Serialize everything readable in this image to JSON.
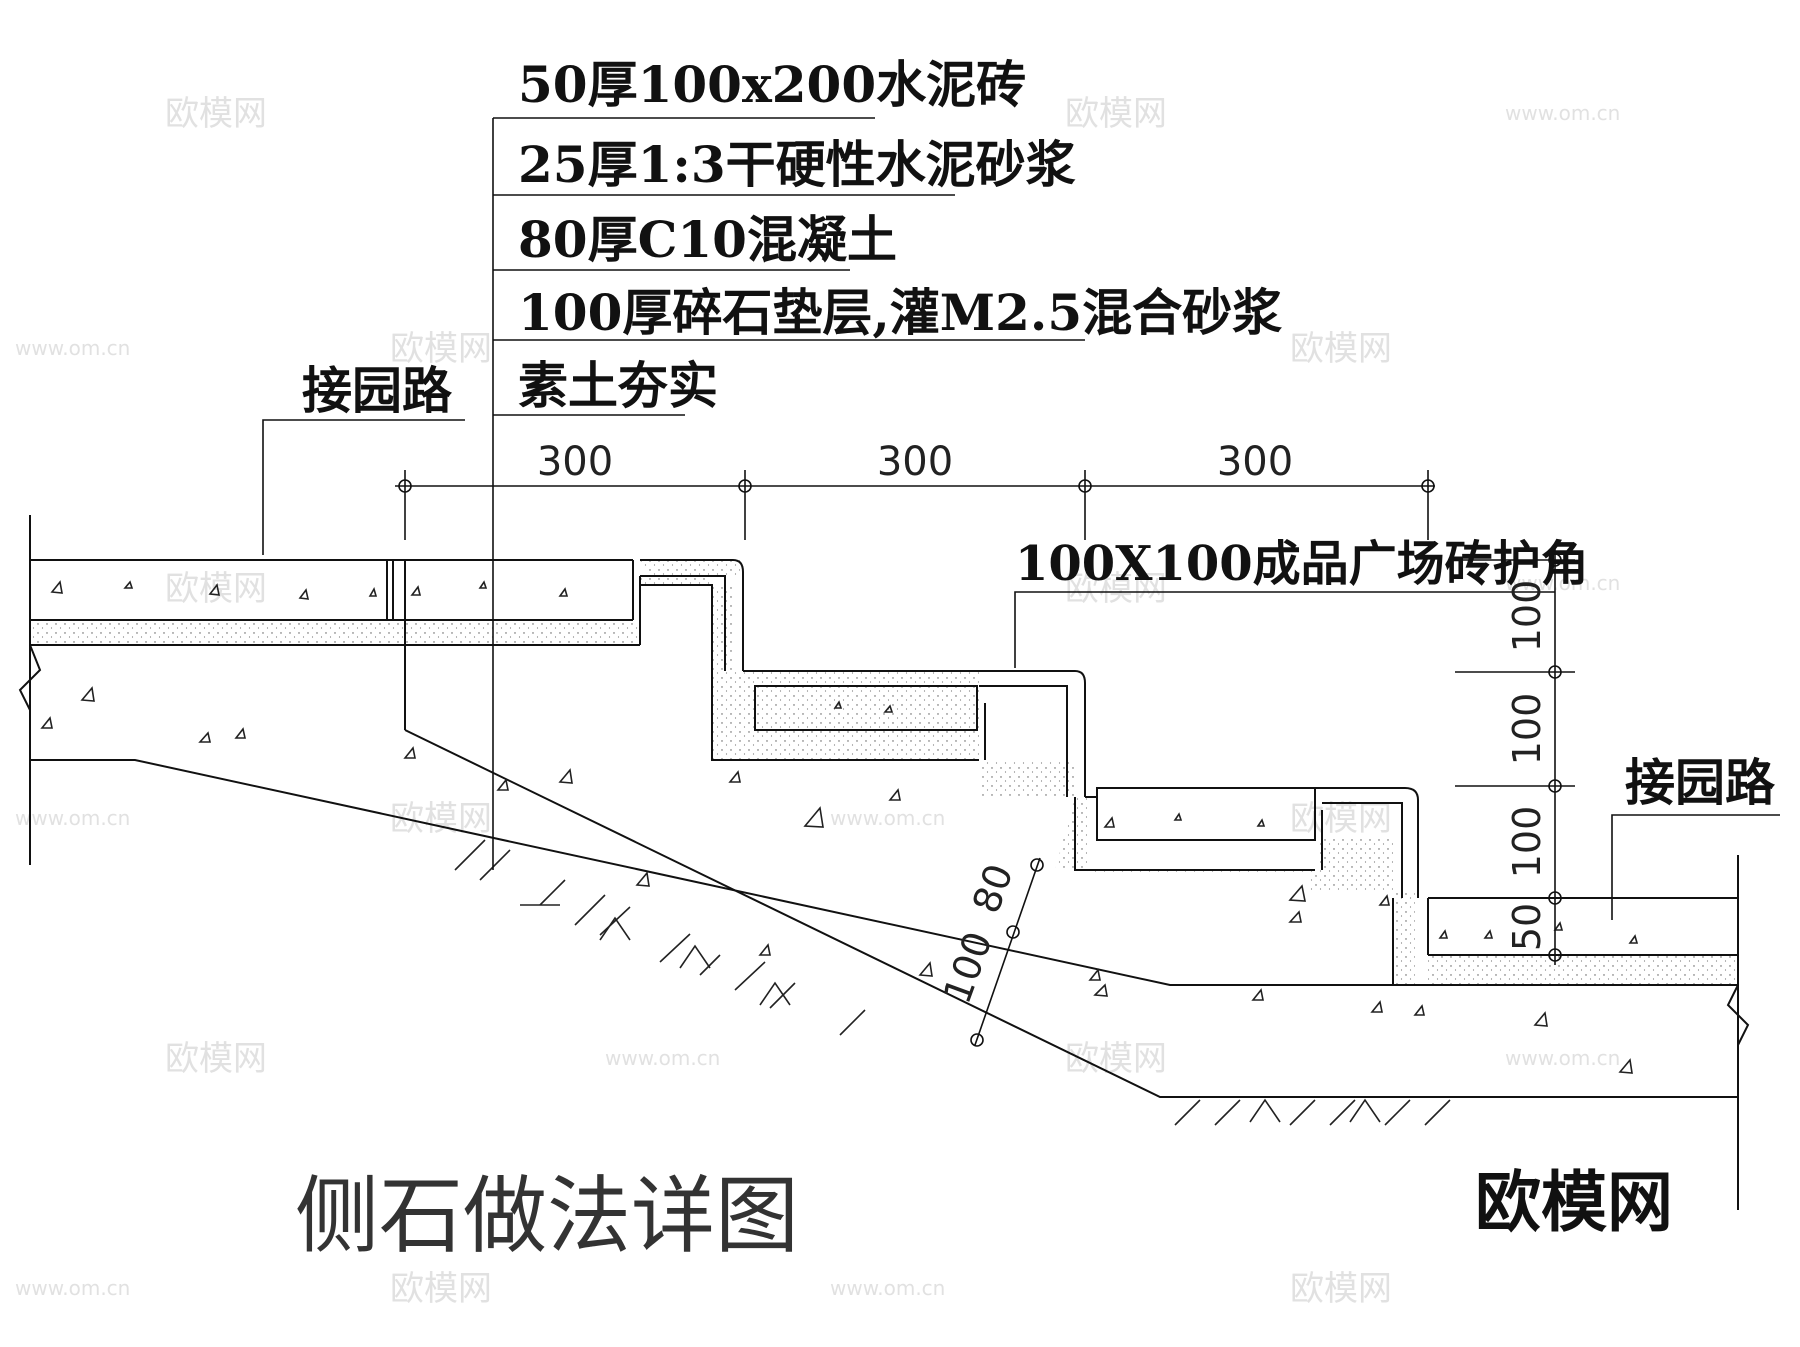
{
  "callout": {
    "layers": [
      "50厚100x200水泥砖",
      "25厚1:3干硬性水泥砂浆",
      "80厚C10混凝土",
      "100厚碎石垫层,灌M2.5混合砂浆",
      "素土夯实"
    ]
  },
  "labels": {
    "road_left": "接园路",
    "road_right": "接园路",
    "corner": "100X100成品广场砖护角"
  },
  "dimensions": {
    "horizontal": [
      "300",
      "300",
      "300"
    ],
    "vertical": [
      "100",
      "100",
      "100",
      "50"
    ],
    "slope": [
      "80",
      "100"
    ]
  },
  "title": "侧石做法详图",
  "watermark": {
    "brand": "欧模网",
    "url": "www.om.cn"
  }
}
